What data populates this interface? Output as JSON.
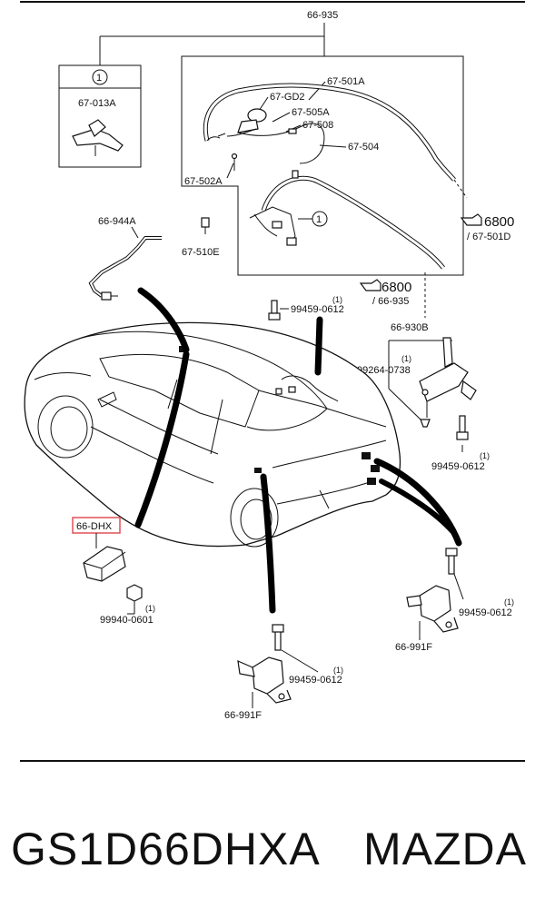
{
  "labels": {
    "top_assembly": "66-935",
    "inset_circle": "1",
    "inset_part": "67-013A",
    "harness_main": "67-501A",
    "part_gd2": "67-GD2",
    "part_505a": "67-505A",
    "part_508": "67-508",
    "part_504": "67-504",
    "part_502a": "67-502A",
    "circle_callout": "1",
    "ref_6800_a": "6800",
    "ref_6800_a_sub": "/ 67-501D",
    "cable_944a": "66-944A",
    "part_510e": "67-510E",
    "bolt_0612_a": "99459-0612",
    "bolt_0612_a_qty": "(1)",
    "ref_6800_b": "6800",
    "ref_6800_b_sub": "/ 66-935",
    "bracket_930b": "66-930B",
    "bolt_0738_qty": "(1)",
    "bolt_0738": "99264-0738",
    "bolt_0612_b_qty": "(1)",
    "bolt_0612_b": "99459-0612",
    "module_dhx": "66-DHX",
    "nut_0601_qty": "(1)",
    "nut_0601": "99940-0601",
    "bolt_0612_c_qty": "(1)",
    "bolt_0612_c": "99459-0612",
    "sensor_991f_right": "66-991F",
    "bolt_0612_d_qty": "(1)",
    "bolt_0612_d": "99459-0612",
    "sensor_991f_bottom": "66-991F"
  },
  "caption": {
    "part_number": "GS1D66DHXA",
    "brand": "MAZDA"
  },
  "colors": {
    "highlight_box": "#e0505a",
    "ink": "#111111"
  },
  "icons": {
    "reference_arrow": "pointing-hand-icon"
  }
}
